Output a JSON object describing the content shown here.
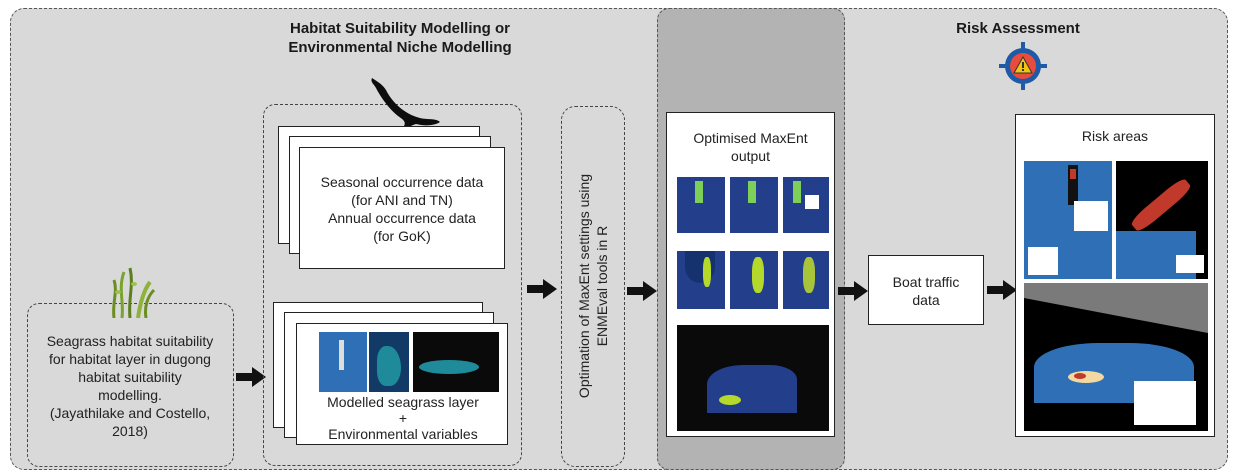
{
  "titles": {
    "habitat_line1": "Habitat Suitability Modelling or",
    "habitat_line2": "Environmental Niche Modelling",
    "risk": "Risk Assessment"
  },
  "seagrass": {
    "line1": "Seagrass habitat suitability",
    "line2": "for habitat layer in dugong",
    "line3": "habitat suitability",
    "line4": "modelling.",
    "line5": "(Jayathilake and Costello,",
    "line6": "2018)"
  },
  "occurrence": {
    "line1": "Seasonal occurrence data",
    "line2": "(for ANI and TN)",
    "line3": "Annual occurrence data",
    "line4": "(for GoK)"
  },
  "layers": {
    "line1": "Modelled seagrass layer",
    "line2": "+",
    "line3": "Environmental variables"
  },
  "optimisation": {
    "line1": "Optimation of MaxEnt settings using",
    "line2": "ENMEval tools in R"
  },
  "maxent": {
    "line1": "Optimised MaxEnt",
    "line2": "output"
  },
  "boat": {
    "line1": "Boat traffic",
    "line2": "data"
  },
  "risk_areas": {
    "title": "Risk areas"
  },
  "icons": {
    "seagrass": "seagrass-icon",
    "dugong": "dugong-icon",
    "risk": "warning-target-icon",
    "arrow": "right-arrow-icon"
  },
  "colors": {
    "panel": "#d9d9d9",
    "highlight_panel": "#b3b3b3",
    "ocean": "#1d3d8f",
    "land": "#000000",
    "risk_red": "#c0392b",
    "seagrass_green": "#6b8e23"
  }
}
